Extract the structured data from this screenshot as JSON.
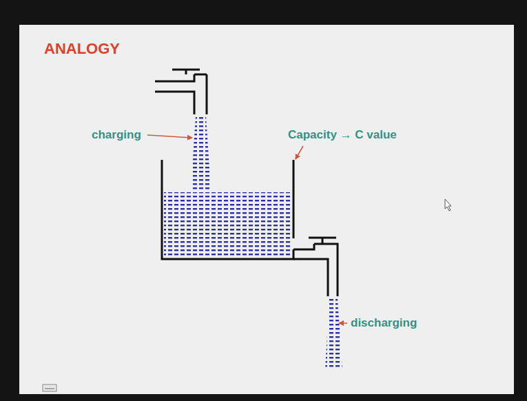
{
  "diagram": {
    "title": "ANALOGY",
    "labels": [
      "charging",
      "Capacity → C value",
      "discharging"
    ]
  }
}
